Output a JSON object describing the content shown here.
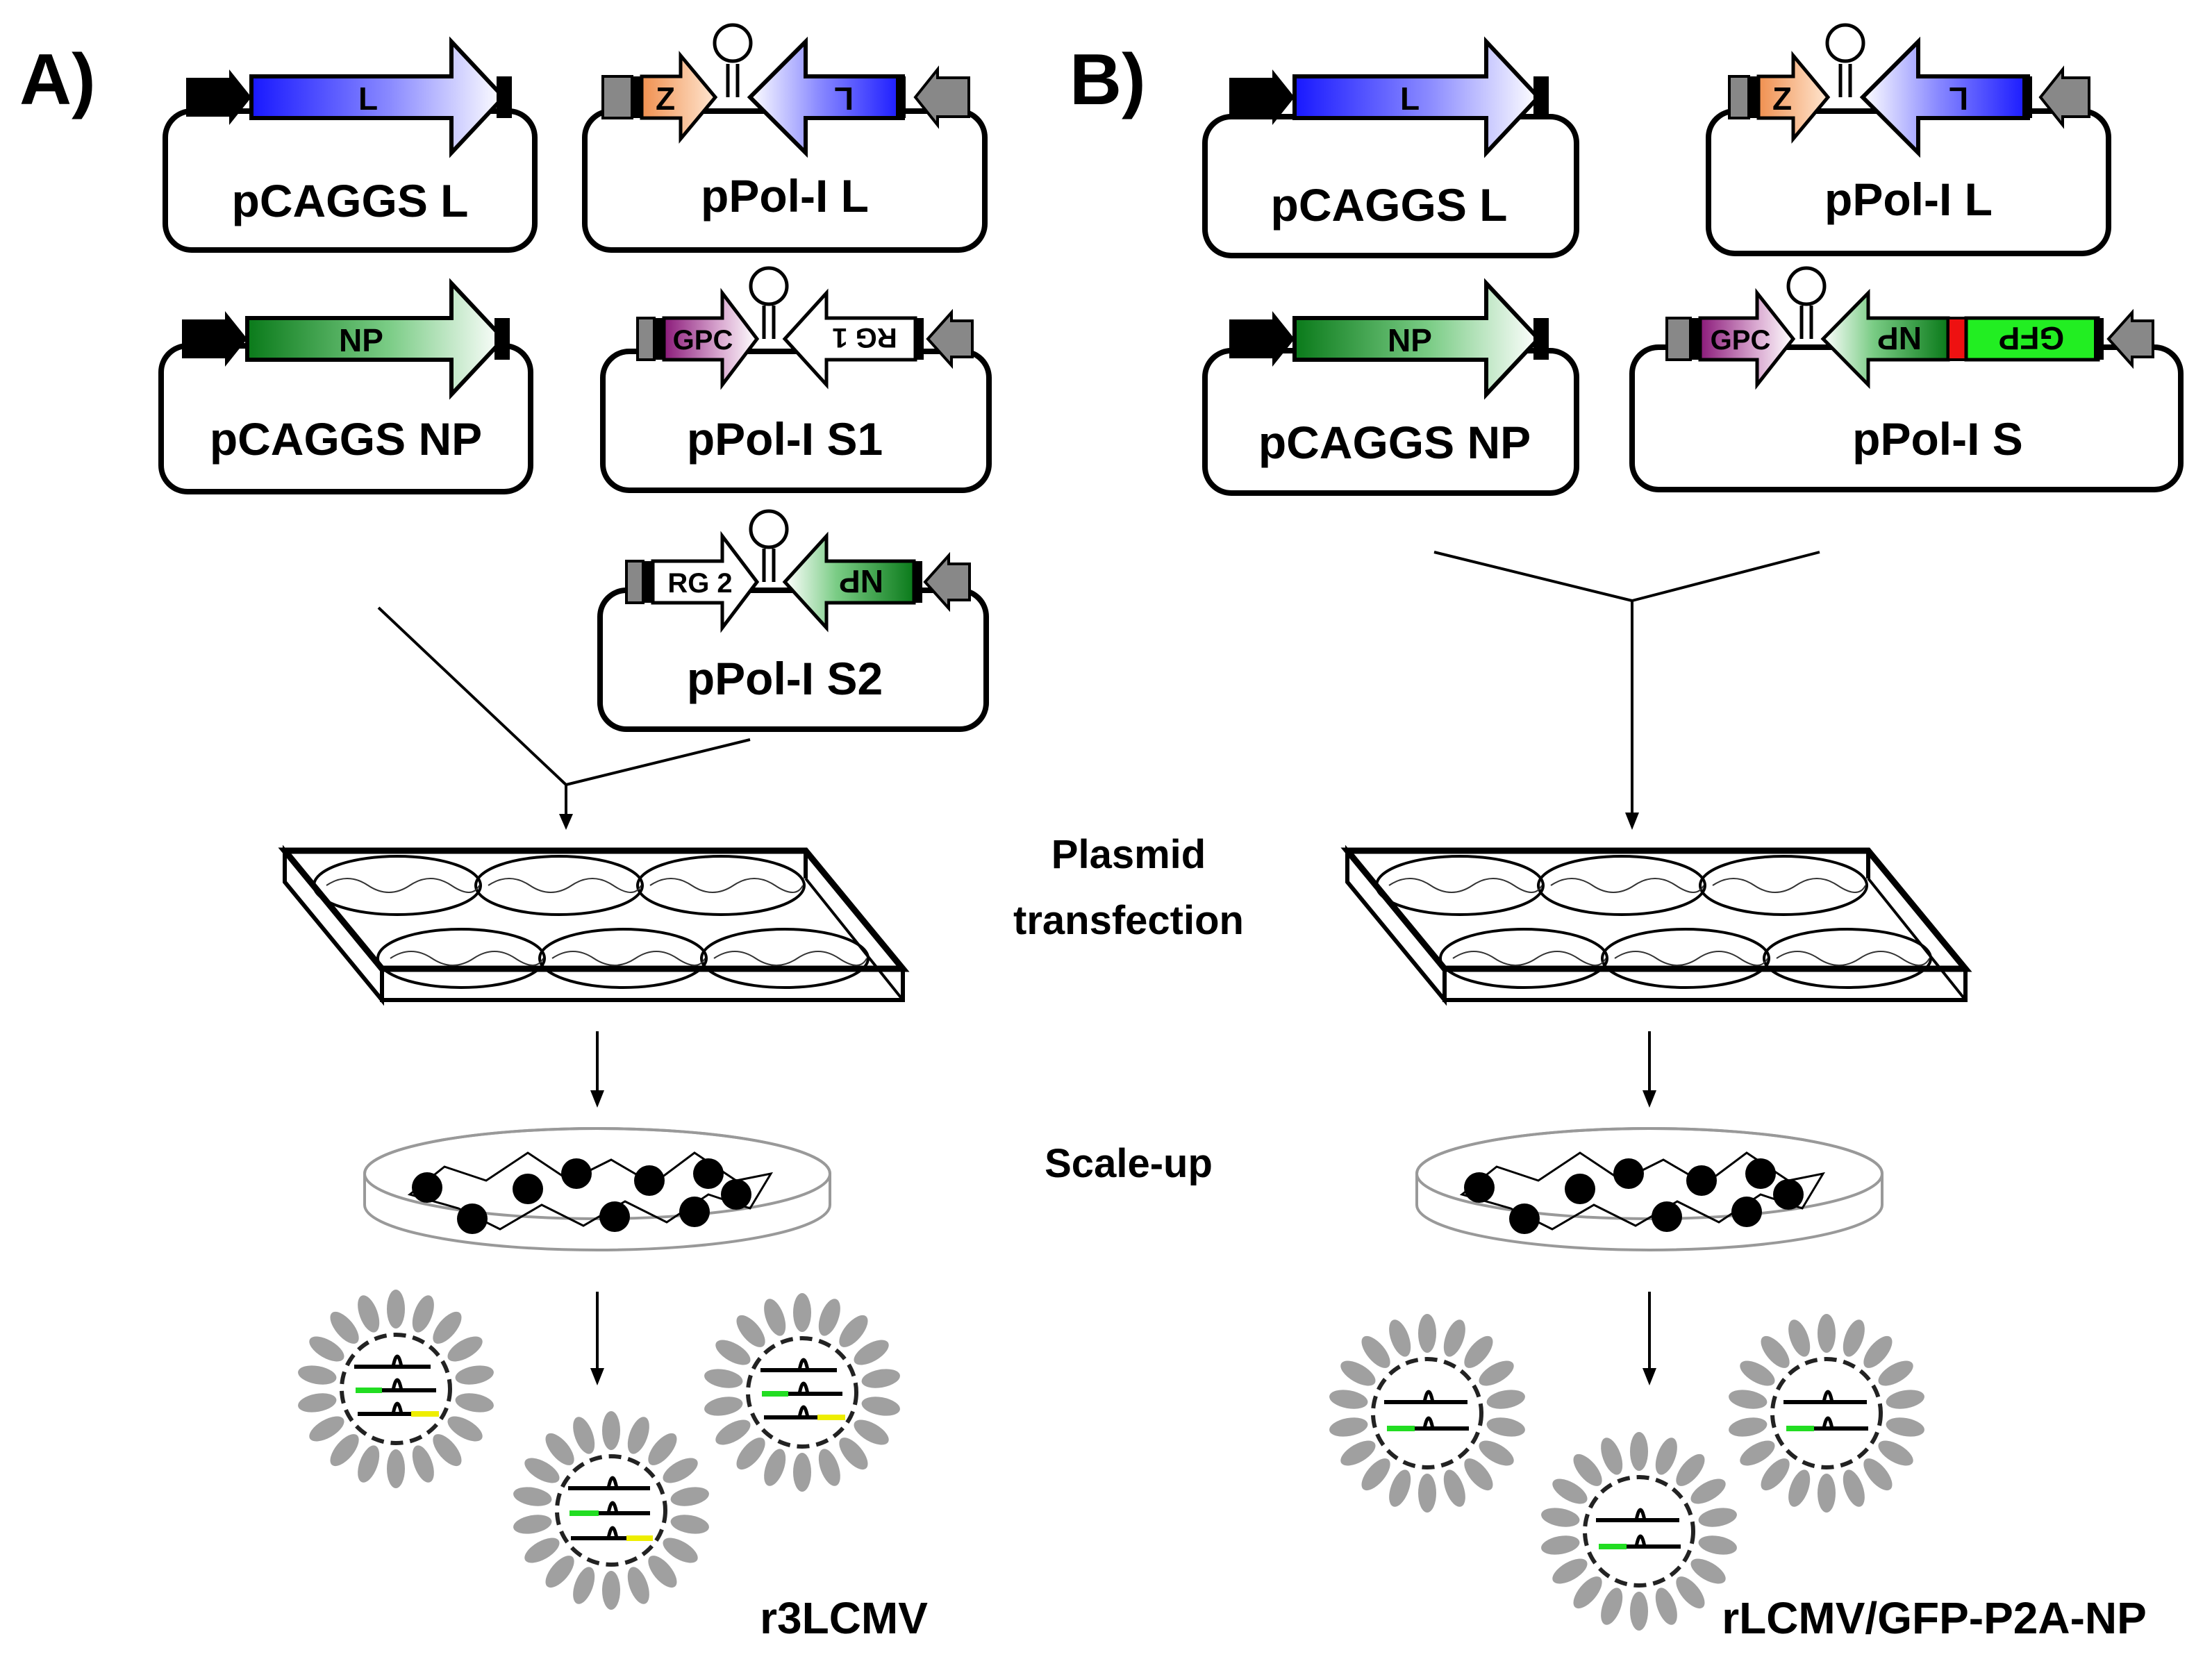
{
  "panel_labels": {
    "a": "A)",
    "b": "B)"
  },
  "plasmids": {
    "a_pcaggs_l": "pCAGGS L",
    "a_ppol_l": "pPol-I L",
    "a_pcaggs_np": "pCAGGS NP",
    "a_ppol_s1": "pPol-I S1",
    "a_ppol_s2": "pPol-I S2",
    "b_pcaggs_l": "pCAGGS L",
    "b_ppol_l": "pPol-I L",
    "b_pcaggs_np": "pCAGGS NP",
    "b_ppol_s": "pPol-I S"
  },
  "genes": {
    "l": "L",
    "z": "Z",
    "np": "NP",
    "gpc": "GPC",
    "rg1": "RG 1",
    "rg2": "RG 2",
    "gfp": "GFP"
  },
  "steps": {
    "transfection_line1": "Plasmid",
    "transfection_line2": "transfection",
    "scaleup": "Scale-up"
  },
  "viruses": {
    "a": "r3LCMV",
    "b": "rLCMV/GFP-P2A-NP"
  },
  "colors": {
    "l_blue": "#1a1aff",
    "np_green": "#0a7a1a",
    "z_orange": "#f0a060",
    "gpc_purple": "#8b1a7a",
    "gfp_green": "#22ee22",
    "p2a_red": "#ee1111",
    "genome_green": "#22dd22",
    "genome_yellow": "#eeee00",
    "spike_gray": "#a0a0a0",
    "promoter_gray": "#888888"
  }
}
